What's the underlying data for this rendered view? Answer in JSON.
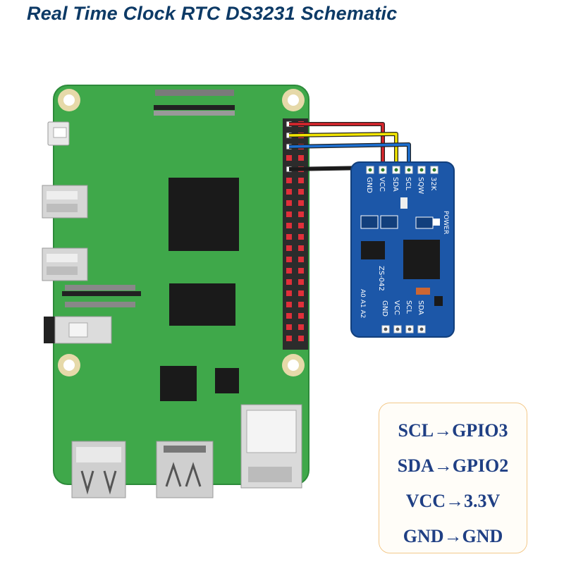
{
  "title": "Real Time Clock RTC DS3231 Schematic",
  "module": {
    "top_pins": [
      "GND",
      "VCC",
      "SDA",
      "SCL",
      "SQW",
      "32K"
    ],
    "bottom_pins": [
      "GND",
      "VCC",
      "SCL",
      "SDA"
    ],
    "model_label": "ZS-042",
    "address_labels": [
      "A0",
      "A1",
      "A2"
    ],
    "power_label": "POWER"
  },
  "wires": [
    {
      "signal": "VCC",
      "color": "#d9262c"
    },
    {
      "signal": "SDA",
      "color": "#f2e500"
    },
    {
      "signal": "SCL",
      "color": "#1c6fd1"
    },
    {
      "signal": "GND",
      "color": "#1a1a1a"
    }
  ],
  "colors": {
    "board": "#3fa84a",
    "board_edge": "#2d8a3a",
    "module": "#1c57a8",
    "header_pin": "#e0303a",
    "chip": "#1a1a1a",
    "legend_text": "#1f3f84",
    "title": "#0d3a66"
  },
  "legend": {
    "rows": [
      "SCL→GPIO3",
      "SDA→GPIO2",
      "VCC→3.3V",
      "GND→GND"
    ]
  }
}
